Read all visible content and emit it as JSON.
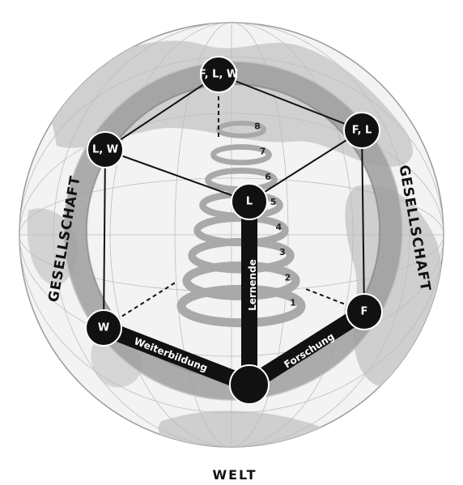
{
  "labels": {
    "society_left": "GESELLSCHAFT",
    "society_right": "GESELLSCHAFT",
    "world": "WELT"
  },
  "nodes": {
    "top": "F, L, W",
    "upper_left": "L, W",
    "upper_right": "F, L",
    "center": "L",
    "lower_left": "W",
    "lower_right": "F",
    "bottom": ""
  },
  "edges": {
    "learners": "Lernende",
    "further_education": "Weiterbildung",
    "research": "Forschung"
  },
  "spiral_levels": [
    "1",
    "2",
    "3",
    "4",
    "5",
    "6",
    "7",
    "8"
  ],
  "colors": {
    "globe_ring": "#a8a8a8",
    "landmass": "#c9c9c9",
    "node_fill": "#111111",
    "edge": "#111111"
  }
}
